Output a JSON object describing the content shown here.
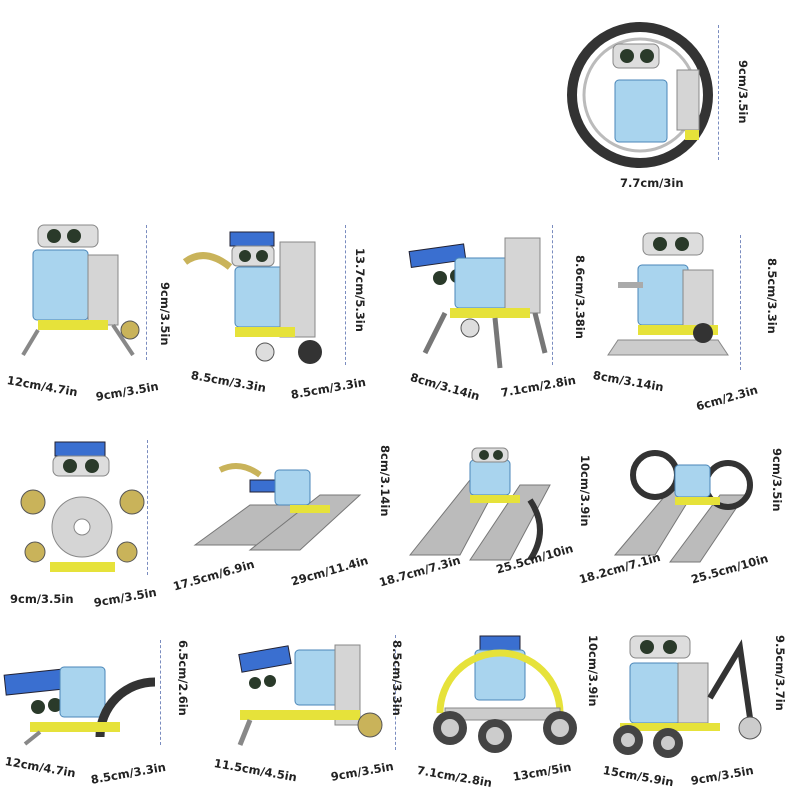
{
  "models": [
    {
      "id": "m1",
      "dims": [
        "7.7cm/3in",
        "9cm/3.5in"
      ]
    },
    {
      "id": "m2",
      "dims": [
        "12cm/4.7in",
        "9cm/3.5in",
        "9cm/3.5in"
      ]
    },
    {
      "id": "m3",
      "dims": [
        "8.5cm/3.3in",
        "8.5cm/3.3in",
        "13.7cm/5.3in"
      ]
    },
    {
      "id": "m4",
      "dims": [
        "8cm/3.14in",
        "7.1cm/2.8in",
        "8.6cm/3.38in"
      ]
    },
    {
      "id": "m5",
      "dims": [
        "8cm/3.14in",
        "6cm/2.3in",
        "8.5cm/3.3in"
      ]
    },
    {
      "id": "m6",
      "dims": [
        "9cm/3.5in",
        "9cm/3.5in"
      ]
    },
    {
      "id": "m7",
      "dims": [
        "17.5cm/6.9in",
        "29cm/11.4in",
        "8cm/3.14in"
      ]
    },
    {
      "id": "m8",
      "dims": [
        "18.7cm/7.3in",
        "25.5cm/10in",
        "10cm/3.9in"
      ]
    },
    {
      "id": "m9",
      "dims": [
        "18.2cm/7.1in",
        "25.5cm/10in",
        "9cm/3.5in"
      ]
    },
    {
      "id": "m10",
      "dims": [
        "12cm/4.7in",
        "8.5cm/3.3in",
        "6.5cm/2.6in"
      ]
    },
    {
      "id": "m11",
      "dims": [
        "11.5cm/4.5in",
        "9cm/3.5in",
        "8.5cm/3.3in"
      ]
    },
    {
      "id": "m12",
      "dims": [
        "7.1cm/2.8in",
        "13cm/5in",
        "10cm/3.9in"
      ]
    },
    {
      "id": "m13",
      "dims": [
        "15cm/5.9in",
        "9cm/3.5in",
        "9.5cm/3.7in"
      ]
    }
  ],
  "colors": {
    "panel": "#3a6fd0",
    "body": "#a9d4ee",
    "frame": "#c9c9c9",
    "yellow": "#e6e23a",
    "dark": "#333333"
  }
}
